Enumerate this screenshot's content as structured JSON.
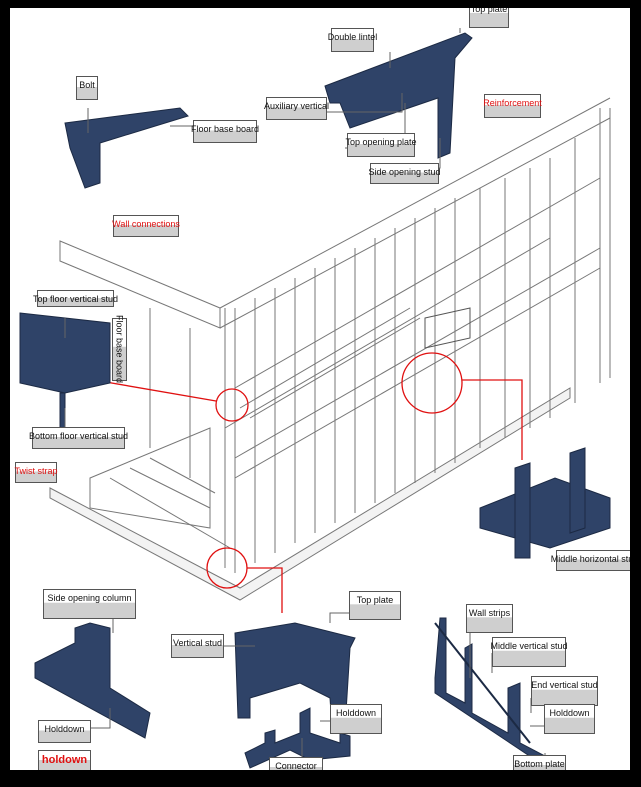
{
  "labels": {
    "top_plate_1": "Top plate",
    "double_lintel": "Double lintel",
    "bolt": "Bolt",
    "floor_base_board_1": "Floor base board",
    "auxiliary_vertical": "Auxiliary vertical",
    "reinforcement": "Reinforcement",
    "top_opening_plate": "Top opening plate",
    "side_opening_stud": "Side opening stud",
    "wall_connections": "Wall connections",
    "top_floor_vertical_stud": "Top floor vertical stud",
    "floor_base_board_2": "Floor base board",
    "bottom_floor_vertical_stud": "Bottom floor vertical stud",
    "twist_strap": "Twist strap",
    "middle_horizontal_stud": "Middle horizontal stud",
    "side_opening_column": "Side opening column",
    "top_plate_2": "Top plate",
    "vertical_stud": "Vertical stud",
    "wall_strips": "Wall strips",
    "middle_vertical_stud": "Middle vertical stud",
    "end_vertical_stud": "End vertical stud",
    "holddown_1": "Holddown",
    "holddown_2": "Holddown",
    "holddown_3": "Holddown",
    "holdown_title": "holdown",
    "connector": "Connector",
    "bottom_plate": "Bottom plate"
  },
  "colors": {
    "steel": "#2f4368",
    "accent": "#e01010",
    "frame": "#888888"
  }
}
